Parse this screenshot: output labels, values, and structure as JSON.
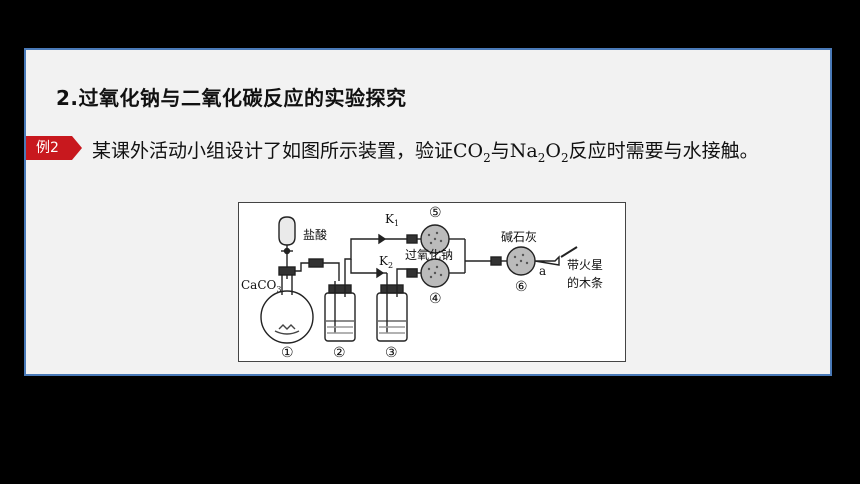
{
  "heading": "2.过氧化钠与二氧化碳反应的实验探究",
  "example_badge": "例2",
  "question": {
    "part1": "某课外活动小组设计了如图所示装置，验证CO",
    "sub1": "2",
    "part2": "与Na",
    "sub2": "2",
    "part3": "O",
    "sub3": "2",
    "part4": "反应时需要与水接触。"
  },
  "figure": {
    "labels": {
      "hydrochloric_acid": "盐酸",
      "caco3_main": "CaCO",
      "caco3_sub": "3",
      "k1_main": "K",
      "k1_sub": "1",
      "k2_main": "K",
      "k2_sub": "2",
      "sodium_peroxide": "过氧化钠",
      "soda_lime": "碱石灰",
      "glowing_splint_line1": "带火星",
      "glowing_splint_line2": "的木条",
      "point_a": "a"
    },
    "numbers": {
      "n1": "①",
      "n2": "②",
      "n3": "③",
      "n4": "④",
      "n5": "⑤",
      "n6": "⑥"
    }
  },
  "colors": {
    "background": "#000000",
    "slide": "#f2f2f2",
    "border": "#4a7ab8",
    "badge": "#c8181e"
  }
}
